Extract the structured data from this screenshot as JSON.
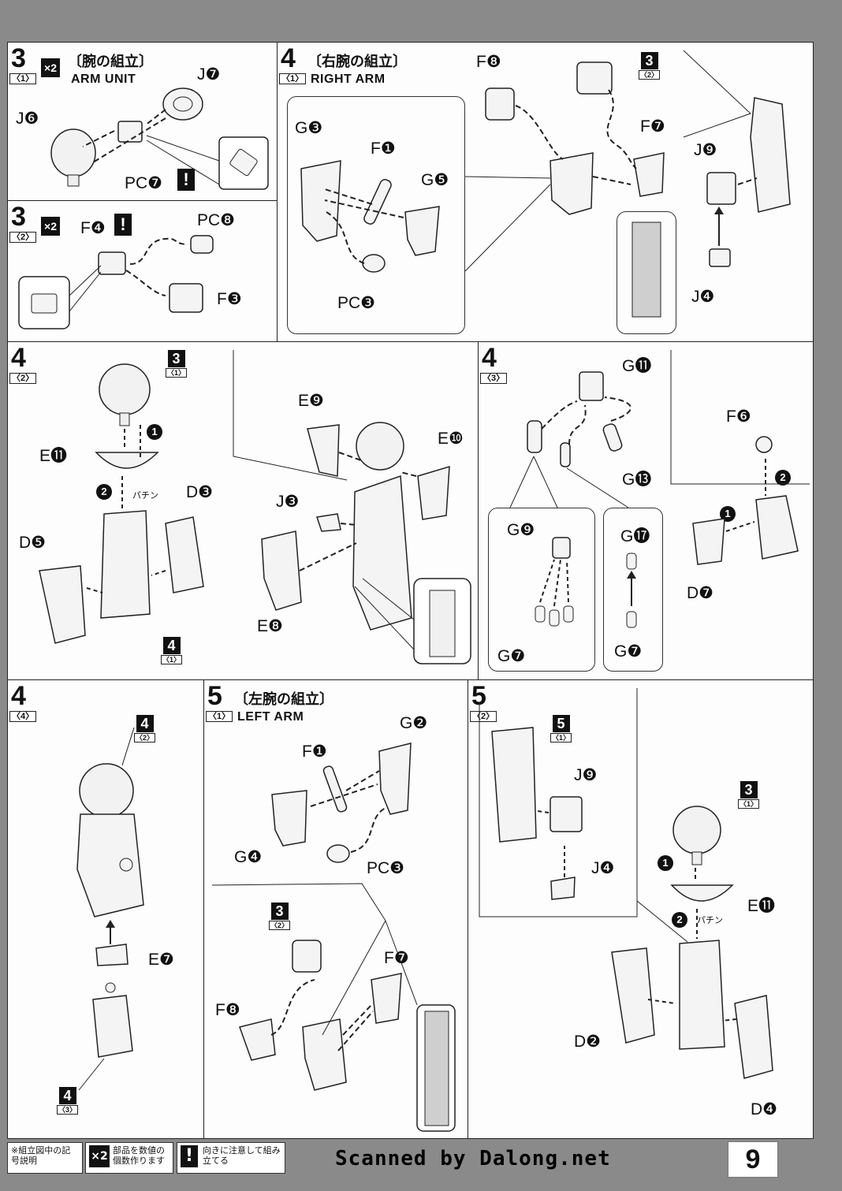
{
  "page_number": "9",
  "credit": "Scanned by Dalong.net",
  "legend": {
    "title": "※組立図中の記号説明",
    "x2_symbol": "×2",
    "x2_text": "部品を数値の個数作ります",
    "warn_symbol": "!",
    "warn_text": "向きに注意して組み立てる"
  },
  "steps": {
    "s3_1": {
      "num": "3",
      "sub": "〈1〉",
      "mult": "×2",
      "title_jp": "〔腕の組立〕",
      "title_en": "ARM UNIT",
      "labels": [
        "J❼",
        "J❻",
        "PC❼"
      ]
    },
    "s3_2": {
      "num": "3",
      "sub": "〈2〉",
      "mult": "×2",
      "labels": [
        "F❹",
        "PC❽",
        "F❸"
      ]
    },
    "s4_1": {
      "num": "4",
      "sub": "〈1〉",
      "title_jp": "〔右腕の組立〕",
      "title_en": "RIGHT ARM",
      "labels": [
        "G❸",
        "F❶",
        "G❺",
        "PC❸",
        "F❽",
        "F❼",
        "J❾",
        "J❹"
      ],
      "ref": {
        "num": "3",
        "sub": "〈2〉"
      }
    },
    "s4_2": {
      "num": "4",
      "sub": "〈2〉",
      "labels": [
        "E⓫",
        "D❸",
        "D❺",
        "E❾",
        "E❿",
        "J❸",
        "E❽"
      ],
      "ref_top": {
        "num": "3",
        "sub": "〈1〉"
      },
      "ref_bottom": {
        "num": "4",
        "sub": "〈1〉"
      },
      "bachin": "パチン"
    },
    "s4_3": {
      "num": "4",
      "sub": "〈3〉",
      "labels": [
        "G⓫",
        "G⓭",
        "F❻",
        "D❼",
        "G❾",
        "G⓱",
        "G❼",
        "G❼"
      ]
    },
    "s4_4": {
      "num": "4",
      "sub": "〈4〉",
      "labels": [
        "E❼"
      ],
      "ref_top": {
        "num": "4",
        "sub": "〈2〉"
      },
      "ref_bottom": {
        "num": "4",
        "sub": "〈3〉"
      }
    },
    "s5_1": {
      "num": "5",
      "sub": "〈1〉",
      "title_jp": "〔左腕の組立〕",
      "title_en": "LEFT ARM",
      "labels": [
        "F❶",
        "G❷",
        "G❹",
        "PC❸",
        "F❼",
        "F❽"
      ],
      "ref": {
        "num": "3",
        "sub": "〈2〉"
      }
    },
    "s5_2": {
      "num": "5",
      "sub": "〈2〉",
      "labels": [
        "J❾",
        "J❹",
        "E⓫",
        "D❷",
        "D❹"
      ],
      "ref_top": {
        "num": "5",
        "sub": "〈1〉"
      },
      "ref_right": {
        "num": "3",
        "sub": "〈1〉"
      },
      "bachin": "パチン"
    }
  }
}
